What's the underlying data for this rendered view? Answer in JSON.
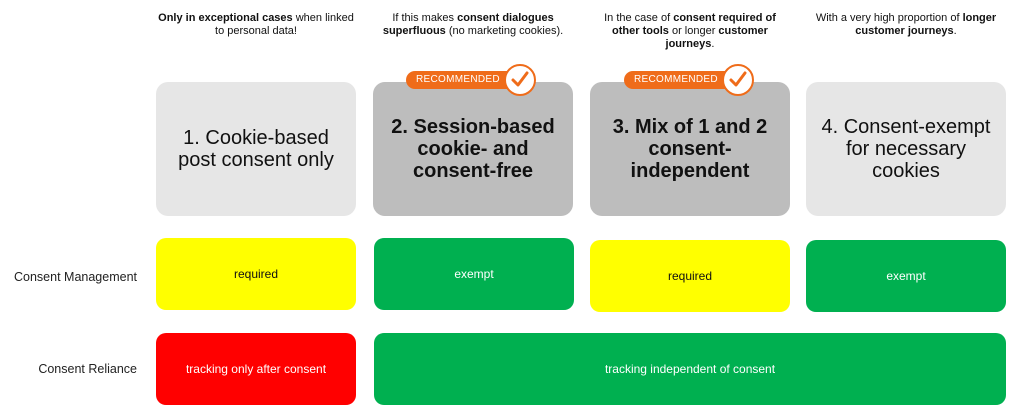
{
  "notes": [
    {
      "bold1": "Only in exceptional cases",
      "text1": " when linked to personal data!",
      "bold2": "",
      "text2": ""
    },
    {
      "bold1": "",
      "text1": "If this makes ",
      "bold2": "consent dialogues superfluous",
      "text2": " (no marketing cookies)."
    },
    {
      "bold1": "",
      "text1": "In the case of ",
      "bold2": "consent required of other tools",
      "text2": " or longer ",
      "bold3": "customer journeys",
      "text3": "."
    },
    {
      "bold1": "",
      "text1": "With a very high proportion of ",
      "bold2": "longer customer journeys",
      "text2": "."
    }
  ],
  "badge_label": "RECOMMENDED",
  "cards": [
    {
      "title": "1. Cookie-based post consent only"
    },
    {
      "title": "2. Session-based cookie- and consent-free"
    },
    {
      "title": "3. Mix of 1 and 2 consent-independent"
    },
    {
      "title": "4. Consent-exempt for necessary cookies"
    }
  ],
  "rows": {
    "consent_management": {
      "label": "Consent Management",
      "values": [
        "required",
        "exempt",
        "required",
        "exempt"
      ]
    },
    "consent_reliance": {
      "label": "Consent Reliance",
      "values": [
        "tracking only after consent",
        "tracking independent of consent"
      ]
    }
  },
  "colors": {
    "required": "#ffff00",
    "exempt": "#00b050",
    "after_consent": "#ff0000",
    "badge": "#ef6c1a"
  },
  "icons": [
    "checkmark-icon"
  ]
}
